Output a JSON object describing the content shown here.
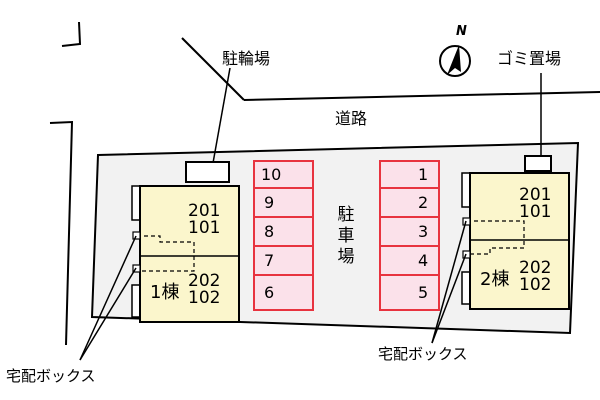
{
  "labels": {
    "road": "道路",
    "bicycle_parking": "駐輪場",
    "garbage": "ゴミ置場",
    "parking": "駐車場",
    "north": "N",
    "delivery_box_left": "宅配ボックス",
    "delivery_box_right": "宅配ボックス"
  },
  "buildings": {
    "left": {
      "name": "1棟",
      "upper_units": [
        "201",
        "101"
      ],
      "lower_units": [
        "202",
        "102"
      ]
    },
    "right": {
      "name": "2棟",
      "upper_units": [
        "201",
        "101"
      ],
      "lower_units": [
        "202",
        "102"
      ]
    }
  },
  "parking": {
    "left_spaces": [
      "10",
      "9",
      "8",
      "7",
      "6"
    ],
    "right_spaces": [
      "1",
      "2",
      "3",
      "4",
      "5"
    ]
  },
  "colors": {
    "lot": "#f2f2f2",
    "building": "#fbf6cc",
    "parking_fill": "#fbe1ea",
    "parking_border": "#e8333f",
    "line": "#000000"
  }
}
